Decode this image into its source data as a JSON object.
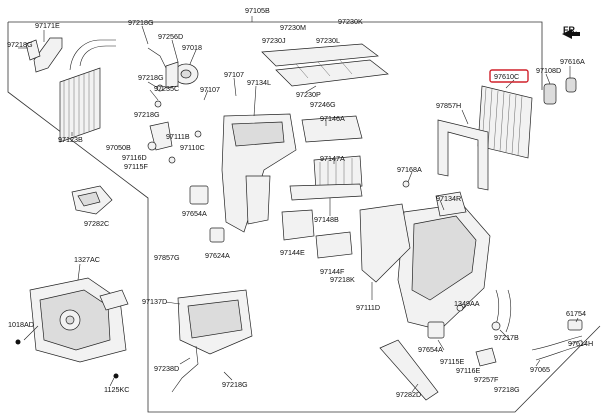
{
  "header": {
    "main_callout": "97105B",
    "direction": "FR."
  },
  "highlight": {
    "color": "#d0202a",
    "part": "97610C"
  },
  "callouts": [
    "97171E",
    "97218G",
    "97123B",
    "97218G",
    "97256D",
    "97018",
    "97218G",
    "97235C",
    "97107",
    "97107",
    "97134L",
    "97230M",
    "97230K",
    "97230J",
    "97230L",
    "97230P",
    "97246G",
    "97218G",
    "97050B",
    "97111B",
    "97116D",
    "97110C",
    "97115F",
    "97146A",
    "97147A",
    "97168A",
    "97148B",
    "97282C",
    "97654A",
    "97857G",
    "97624A",
    "97144E",
    "97144F",
    "97218K",
    "97134R",
    "97111D",
    "97137D",
    "1327AC",
    "1018AD",
    "1125KC",
    "97238D",
    "97218G",
    "97610C",
    "97108D",
    "97616A",
    "97857H",
    "1349AA",
    "97654A",
    "97115E",
    "97116E",
    "97217B",
    "97257F",
    "97218G",
    "61754",
    "97614H",
    "97065",
    "97282D"
  ]
}
